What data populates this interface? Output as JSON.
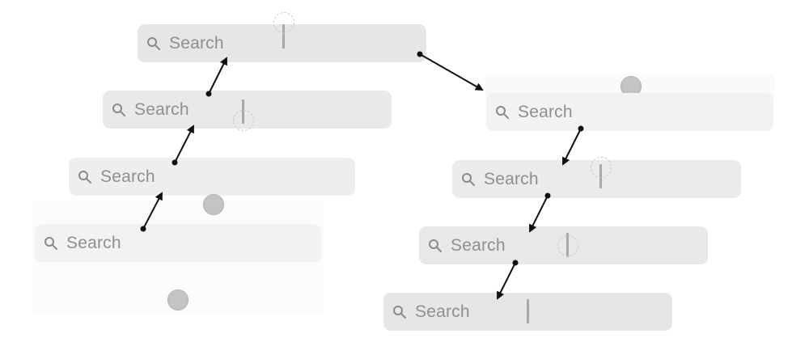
{
  "search_placeholder": "Search",
  "colors": {
    "bar_dark": "#e6e6e6",
    "bar_mid": "#eaeaea",
    "bar_light": "#eeeeee",
    "bar_lighter": "#f2f2f2",
    "arrow": "#111111",
    "caret": "#a8a8a8",
    "touch_filled": "#c4c4c4"
  },
  "icons": [
    "magnifying-glass-icon",
    "text-caret",
    "touch-point-icon",
    "flow-arrow"
  ]
}
